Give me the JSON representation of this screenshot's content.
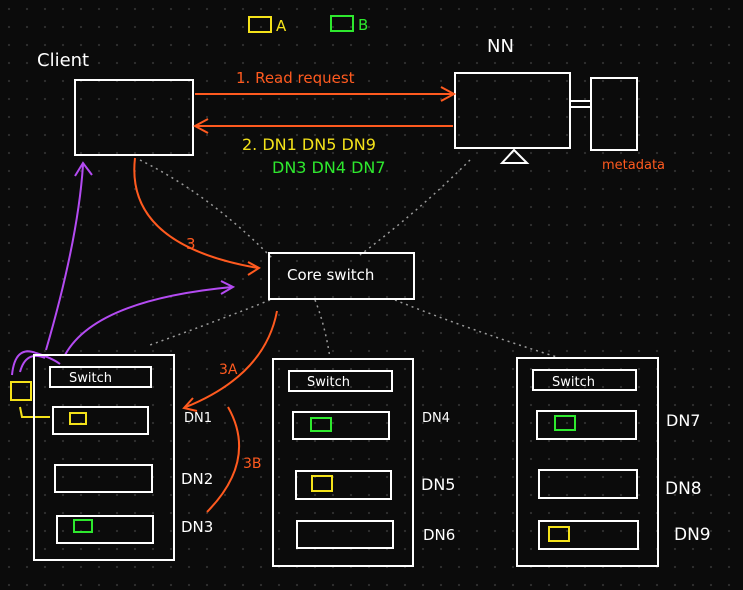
{
  "colors": {
    "background": "#0b0b0b",
    "white": "#ffffff",
    "orange": "#ff5a1f",
    "green": "#2ee82e",
    "yellow": "#f4e21a",
    "purple": "#b44bf2",
    "dotted": "#9a9a9a"
  },
  "legend": {
    "a_label": "A",
    "b_label": "B"
  },
  "client": {
    "label": "Client"
  },
  "namenode": {
    "label": "NN",
    "metadata_label": "metadata"
  },
  "messages": {
    "read_request": "1. Read request",
    "response_line1": "2. DN1 DN5 DN9",
    "response_line2": "DN3 DN4 DN7"
  },
  "core_switch": {
    "label": "Core switch"
  },
  "steps": {
    "s3": "3",
    "s3a": "3A",
    "s3b": "3B"
  },
  "racks": [
    {
      "switch_label": "Switch",
      "nodes": [
        "DN1",
        "DN2",
        "DN3"
      ]
    },
    {
      "switch_label": "Switch",
      "nodes": [
        "DN4",
        "DN5",
        "DN6"
      ]
    },
    {
      "switch_label": "Switch",
      "nodes": [
        "DN7",
        "DN8",
        "DN9"
      ]
    }
  ]
}
